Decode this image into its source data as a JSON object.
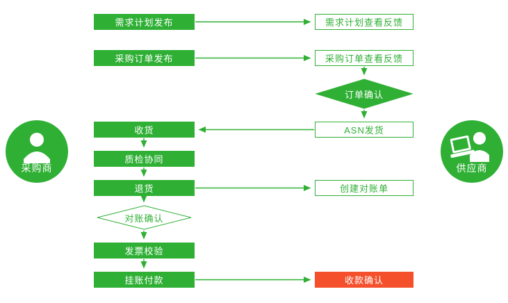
{
  "colors": {
    "green": "#2fb035",
    "red": "#f4502c"
  },
  "actors": {
    "buyer": {
      "label": "采购商"
    },
    "supplier": {
      "label": "供应商"
    }
  },
  "nodes": {
    "demand_plan_publish": {
      "label": "需求计划发布"
    },
    "demand_plan_feedback": {
      "label": "需求计划查看反馈"
    },
    "po_publish": {
      "label": "采购订单发布"
    },
    "po_feedback": {
      "label": "采购订单查看反馈"
    },
    "order_confirm": {
      "label": "订单确认"
    },
    "asn_ship": {
      "label": "ASN发货"
    },
    "receive": {
      "label": "收货"
    },
    "quality_check": {
      "label": "质检协同"
    },
    "return_goods": {
      "label": "退货"
    },
    "create_statement": {
      "label": "创建对账单"
    },
    "reconcile_confirm": {
      "label": "对账确认"
    },
    "invoice_verify": {
      "label": "发票校验"
    },
    "pay_on_account": {
      "label": "挂账付款"
    },
    "receipt_confirm": {
      "label": "收款确认"
    }
  }
}
